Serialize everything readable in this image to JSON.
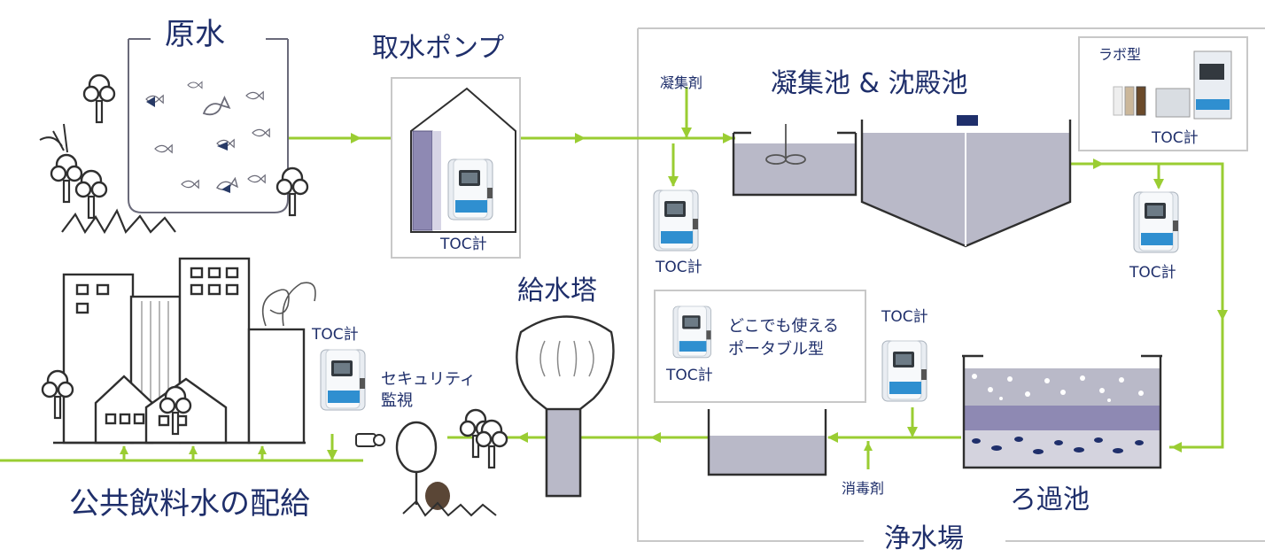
{
  "labels": {
    "raw_water": "原水",
    "intake_pump": "取水ポンプ",
    "coagulant": "凝集剤",
    "coag_sed_basin": "凝集池 & 沈殿池",
    "lab_type": "ラボ型",
    "toc_meter": "TOC計",
    "water_tower": "給水塔",
    "portable_line1": "どこでも使える",
    "portable_line2": "ポータブル型",
    "security_line1": "セキュリティ",
    "security_line2": "監視",
    "disinfectant": "消毒剤",
    "filter_basin": "ろ過池",
    "public_distribution": "公共飲料水の配給",
    "purification_plant": "浄水場"
  },
  "colors": {
    "pipe": "#9acd32",
    "text": "#1f2f6b",
    "outline": "#2f2f2f",
    "basin_fill": "#b9b9c8",
    "filter_mid": "#8e89b3",
    "plant_border": "#c8c8c8"
  },
  "icons": [
    "fish-icon",
    "tree-icon",
    "toc-meter-icon",
    "lab-analyzer-icon",
    "pump-house-icon",
    "water-tower-icon",
    "building-icon",
    "house-icon",
    "mixer-icon",
    "mole-icon",
    "valve-icon"
  ]
}
